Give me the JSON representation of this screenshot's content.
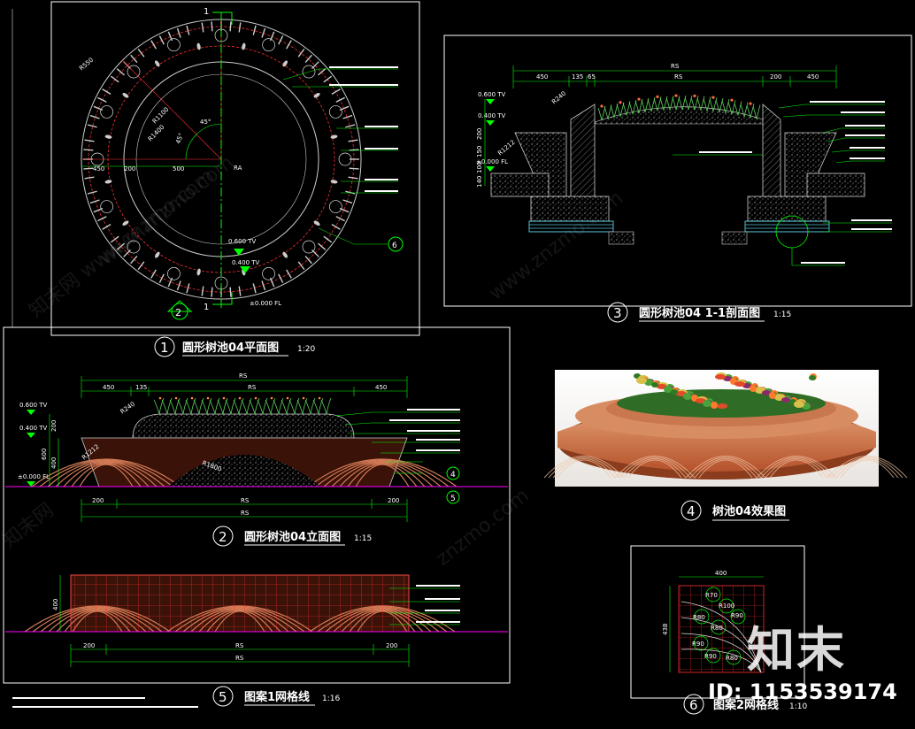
{
  "colors": {
    "background": "#000000",
    "frame": "#ffffff",
    "dimension": "#00ff00",
    "leader": "#00ff00",
    "magenta": "#ff00ff",
    "brick": "#cc6b4a",
    "red_line": "#ff3030",
    "gravel": "#d8d8d8",
    "cyan_hatch": "#66e6ff"
  },
  "views": {
    "plan": {
      "num": "1",
      "title": "圆形树池04平面图",
      "scale": "1:20",
      "dims": [
        "450",
        "200",
        "500",
        "R1100",
        "R1400",
        "R550",
        "45°",
        "45°",
        "RA"
      ],
      "elevations": [
        "0.600 TV",
        "0.400 TV",
        "±0.000 FL"
      ],
      "section_marks": [
        "1",
        "1"
      ],
      "callout": "2",
      "callout_ref": "6"
    },
    "section": {
      "num": "3",
      "title": "圆形树池04 1-1剖面图",
      "scale": "1:15",
      "top_dims": [
        "450",
        "135",
        "65",
        "RS",
        "200",
        "450"
      ],
      "overall": "RS",
      "elevations": [
        "0.600 TV",
        "0.400 TV",
        "±0.000 FL"
      ],
      "vertical_dims": [
        "200",
        "150",
        "100",
        "140"
      ],
      "misc": [
        "R240",
        "R1212"
      ]
    },
    "elevation": {
      "num": "2",
      "title": "圆形树池04立面图",
      "scale": "1:15",
      "top_dims": [
        "450",
        "135",
        "RS",
        "450"
      ],
      "overall_top": "RS",
      "bottom_dims": [
        "200",
        "RS",
        "200"
      ],
      "overall_bottom": "RS",
      "elevations": [
        "0.600 TV",
        "0.400 TV",
        "±0.000 FL"
      ],
      "vertical_dims": [
        "200",
        "600",
        "400"
      ],
      "misc": [
        "R240",
        "R1212",
        "R1800"
      ],
      "callouts": [
        "4",
        "5"
      ]
    },
    "render": {
      "num": "4",
      "title": "树池04效果图"
    },
    "pattern1": {
      "num": "5",
      "title": "图案1网格线",
      "scale": "1:16",
      "left_dim": "400",
      "bottom_dims": [
        "200",
        "RS",
        "200"
      ],
      "overall_bottom": "RS"
    },
    "pattern2": {
      "num": "6",
      "title": "图案2网格线",
      "scale": "1:10",
      "top_dim": "400",
      "left_dim": "438",
      "inner_dims": [
        "R70",
        "R100",
        "R90",
        "R80",
        "R80",
        "R90",
        "R90",
        "R80"
      ]
    }
  },
  "watermarks": [
    "知末网 www.znzmo.com",
    "www.znzmo.com",
    "znzmo.com",
    "知末网",
    "www.znzmo.com"
  ],
  "brand": {
    "logo": "知末",
    "doc_id": "ID: 1153539174"
  }
}
